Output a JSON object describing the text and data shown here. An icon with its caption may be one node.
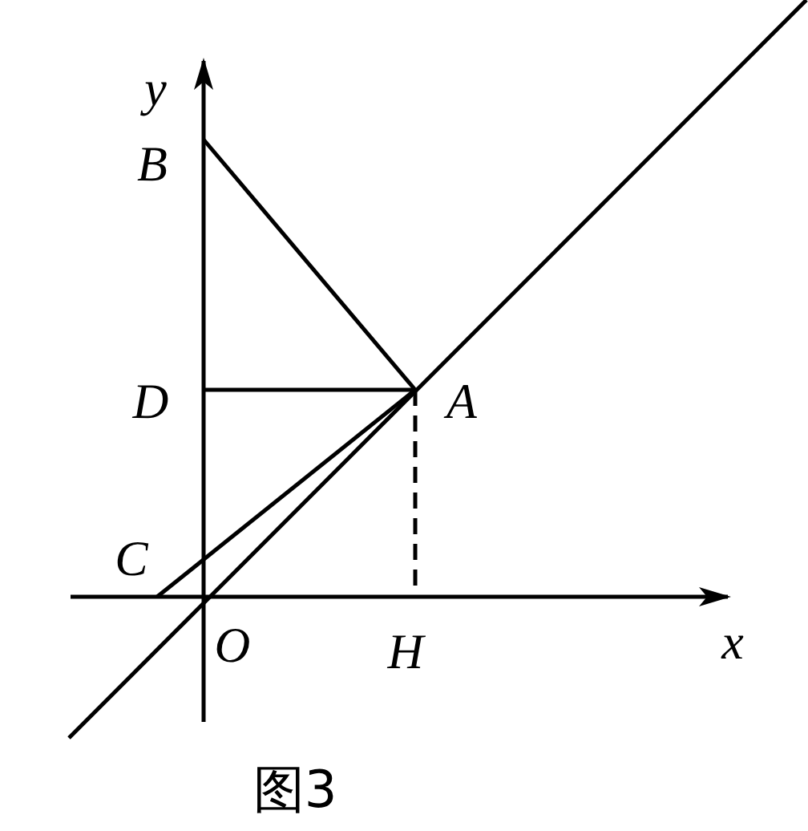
{
  "diagram": {
    "caption": "图3",
    "labels": [
      "y",
      "B",
      "D",
      "A",
      "C",
      "O",
      "H",
      "x"
    ]
  }
}
